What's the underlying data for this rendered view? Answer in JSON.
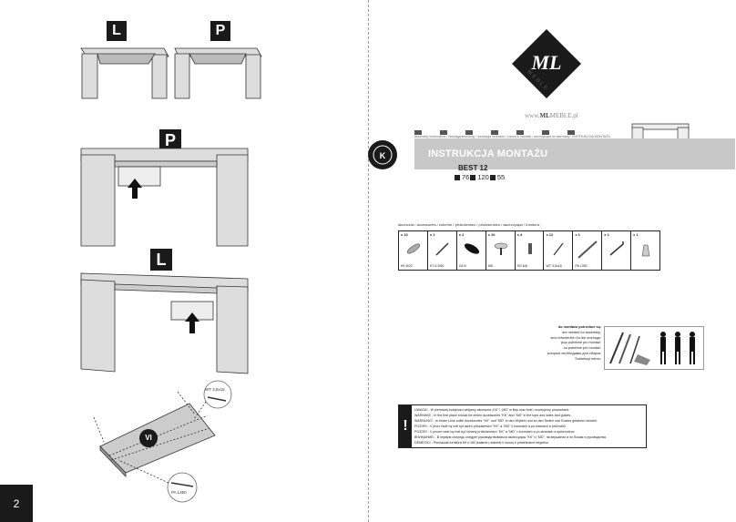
{
  "left_page": {
    "labels": {
      "l_top": "L",
      "p_top": "P",
      "p_mid": "P",
      "l_mid": "L",
      "step": "VI"
    },
    "callouts": {
      "screw": "WT 3,5x16",
      "rail": "PA L350"
    },
    "page_number": "2"
  },
  "right_page": {
    "logo_text": "MEBLE",
    "website_prefix": "www.",
    "website_brand": "ML",
    "website_suffix": "MEBLE.pl",
    "languages_line": "assembly instructions / Montageanleitung / Instrukcja montażu / návod k montáži / инструкция по монтажу / INSTRUKCIJA MONTAŽU",
    "title": "INSTRUKCJA MONTAŻU",
    "model": "BEST 12",
    "dims": [
      "76",
      "120",
      "55"
    ],
    "accessories_title": "akcesoria / accessories / zubehör / příslušenství / príslušenstvo / аксессуары / furnitura :",
    "accessories": [
      {
        "qty": "x 10",
        "code": "KK 8/22"
      },
      {
        "qty": "x 1",
        "code": "KT 6.3/50"
      },
      {
        "qty": "x 2",
        "code": "ZA N"
      },
      {
        "qty": "x 10",
        "code": "MD"
      },
      {
        "qty": "x 4",
        "code": "SG 6/8"
      },
      {
        "qty": "x 12",
        "code": "WT 3,5x16"
      },
      {
        "qty": "x 1",
        "code": "PA L350"
      },
      {
        "qty": "x 1",
        "code": ""
      },
      {
        "qty": "x 1",
        "code": ""
      }
    ],
    "tools_text": [
      "do montażu potrzebne są:",
      "are needed for assembly:",
      "sind erforderlich für die montage:",
      "jsou potřebné pro montáž:",
      "sú potrebné pre montáž:",
      "которые необходимы для сборки:",
      "Suhtelnuji rekviz:"
    ],
    "warnings": [
      "UWAGA! - W pierwszej kolejności wbijamy akcesoria „KK” i „MD” w listy oraz boki i montujemy prowadnice.",
      "WARNING! - In the first place should be driven accessories \"KK\" and \"MD\" in the tops and sides and guides.",
      "WARNUNG! - In erster Linie sollte Accessories \"KK\" und \"MD\" in den Wipfeln und an den Seiten und Guides gefahren werden.",
      "POZOR! - V první řadě by měl být tažen příslušenství \"KK\" a \"MD\" v korunách a po stranách a průvodců.",
      "POZOR! - V prvom rade by mal byť ťahaný príslušenstvo \"KK\" a \"MD\" v korunách a po stranách a sprievodcov.",
      "ВНИМАНИЕ! - В первую очередь следует руководствоваться аксессуары \"KK\" и \"MD\", на вершинах и по бокам и руководства.",
      "DĖMESIO! - Pirmiausia furnitūra KK ir MD įkalame į stalviršį ir šonus ir pritvirtiname begelius."
    ]
  }
}
